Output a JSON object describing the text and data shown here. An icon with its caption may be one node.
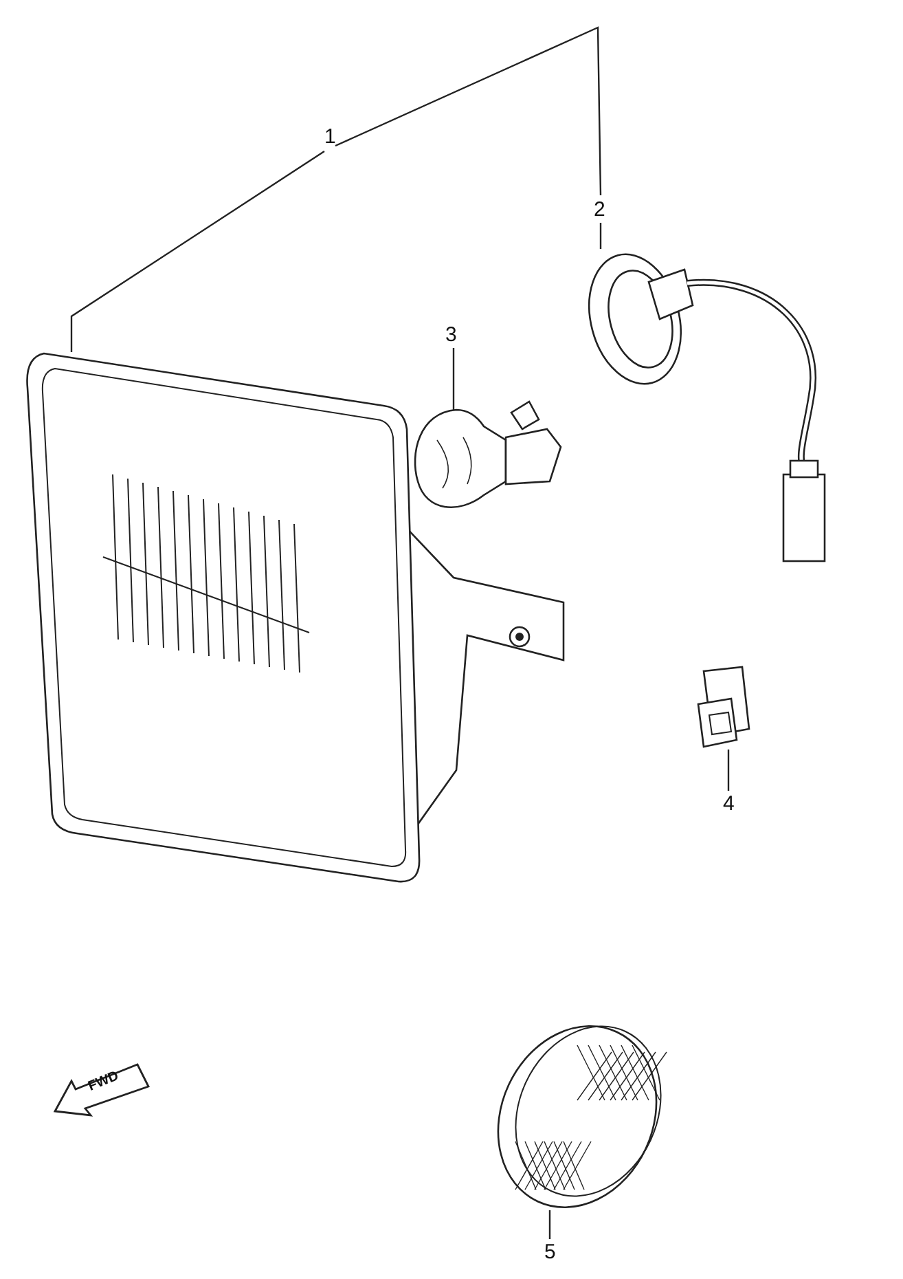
{
  "diagram": {
    "nodes": [
      {
        "text": [
          "1"
        ]
      },
      {
        "text": [],
        "shape": "picture"
      },
      {
        "text": [
          "2"
        ]
      },
      {
        "text": [],
        "shape": "picture"
      },
      {
        "text": [
          "3"
        ]
      },
      {
        "text": [],
        "shape": "picture"
      },
      {
        "text": [
          "4"
        ]
      },
      {
        "text": [],
        "shape": "picture"
      },
      {
        "text": [
          "5"
        ]
      },
      {
        "text": [],
        "shape": "picture"
      }
    ],
    "edges": [
      {
        "from": 0,
        "to": 1,
        "arrow": "none"
      },
      {
        "from": 2,
        "to": 3,
        "arrow": "none"
      },
      {
        "from": 4,
        "to": 5,
        "arrow": "none"
      },
      {
        "from": 6,
        "to": 7,
        "arrow": "none"
      },
      {
        "from": 8,
        "to": 9,
        "arrow": "none"
      }
    ],
    "labels": [
      "FWD"
    ]
  }
}
